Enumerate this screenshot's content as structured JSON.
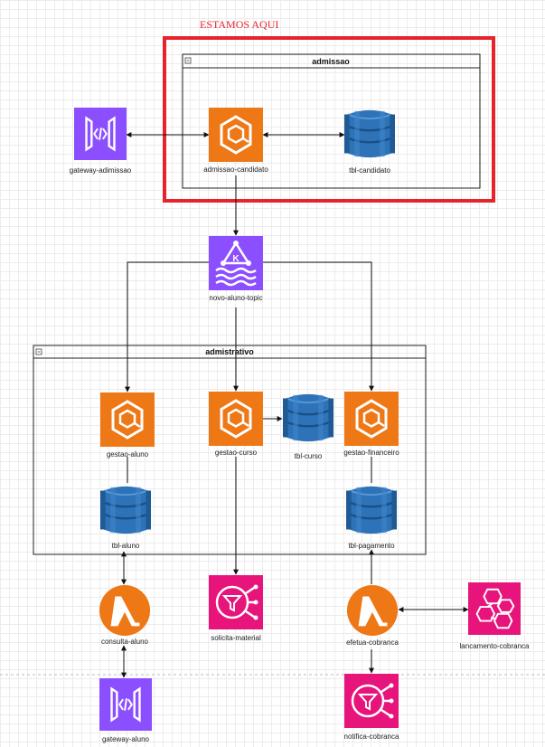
{
  "highlight": {
    "text": "ESTAMOS AQUI",
    "color": "#e8232b"
  },
  "colors": {
    "ecs": "#ee7716",
    "dynamodb": "#2e73b8",
    "lambda": "#ee7716",
    "api_gateway": "#8c4fff",
    "event_bus": "#e7157b",
    "sns": "#e7157b",
    "kafka": "#8c4fff"
  },
  "groups": {
    "admissao": {
      "title": "admissao"
    },
    "administrativo": {
      "title": "admistrativo"
    }
  },
  "nodes": {
    "gateway_admissao": {
      "label": "gateway-adimissao",
      "icon": "api-gateway-icon"
    },
    "admissao_candidato": {
      "label": "admissao-candidato",
      "icon": "ecs-container-icon"
    },
    "tbl_candidato": {
      "label": "tbl-candidato",
      "icon": "dynamodb-table-icon"
    },
    "novo_aluno_topic": {
      "label": "novo-aluno-topic",
      "icon": "kafka-topic-icon"
    },
    "gestao_aluno": {
      "label": "gestao-aluno",
      "icon": "ecs-container-icon"
    },
    "gestao_curso": {
      "label": "gestao-curso",
      "icon": "ecs-container-icon"
    },
    "tbl_curso": {
      "label": "tbl-curso",
      "icon": "dynamodb-table-icon"
    },
    "gestao_financeiro": {
      "label": "gestao-financeiro",
      "icon": "ecs-container-icon"
    },
    "tbl_aluno": {
      "label": "tbl-aluno",
      "icon": "dynamodb-table-icon"
    },
    "tbl_pagamento": {
      "label": "tbl-pagamento",
      "icon": "dynamodb-table-icon"
    },
    "consulta_aluno": {
      "label": "consulta-aluno",
      "icon": "lambda-icon"
    },
    "solicita_material": {
      "label": "solicita-material",
      "icon": "sns-topic-icon"
    },
    "efetua_cobranca": {
      "label": "efetua-cobranca",
      "icon": "lambda-icon"
    },
    "lancamento_cobranca": {
      "label": "lancamento-cobranca",
      "icon": "eventbridge-icon"
    },
    "gateway_aluno": {
      "label": "gateway-aluno",
      "icon": "api-gateway-icon"
    },
    "notifica_cobranca": {
      "label": "notifica-cobranca",
      "icon": "sns-topic-icon"
    }
  }
}
